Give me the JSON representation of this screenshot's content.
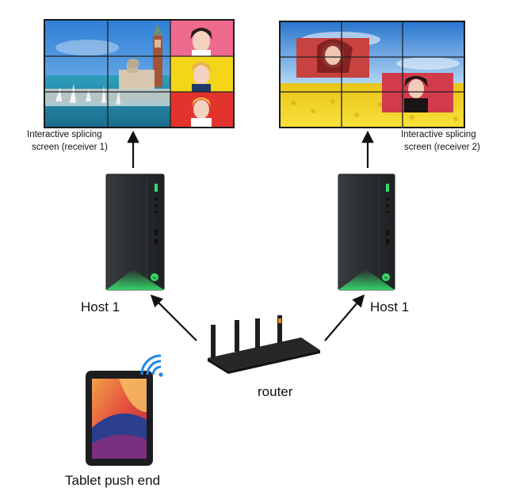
{
  "nodes": {
    "screen_left_label_line1": "Interactive splicing",
    "screen_left_label_line2": "screen (receiver 1)",
    "screen_right_label_line1": "Interactive splicing",
    "screen_right_label_line2": "screen (receiver 2)",
    "host_left_label": "Host 1",
    "host_right_label": "Host 1",
    "router_label": "router",
    "tablet_label": "Tablet push end"
  },
  "edges": [
    {
      "from": "host-1-left",
      "to": "screen-receiver-1"
    },
    {
      "from": "host-1-right",
      "to": "screen-receiver-2"
    },
    {
      "from": "router",
      "to": "host-1-left"
    },
    {
      "from": "router",
      "to": "host-1-right"
    }
  ],
  "colors": {
    "arrow": "#111111",
    "pc_body": "#2a2d2f",
    "pc_accent": "#36d96a",
    "wifi": "#1e88e5",
    "yellow_tile": "#f4d51a",
    "pink_tile": "#ef6a8f",
    "red_tile": "#e2342c"
  },
  "icons": [
    "wifi-icon",
    "router-icon",
    "tablet-icon",
    "pc-tower-icon"
  ]
}
